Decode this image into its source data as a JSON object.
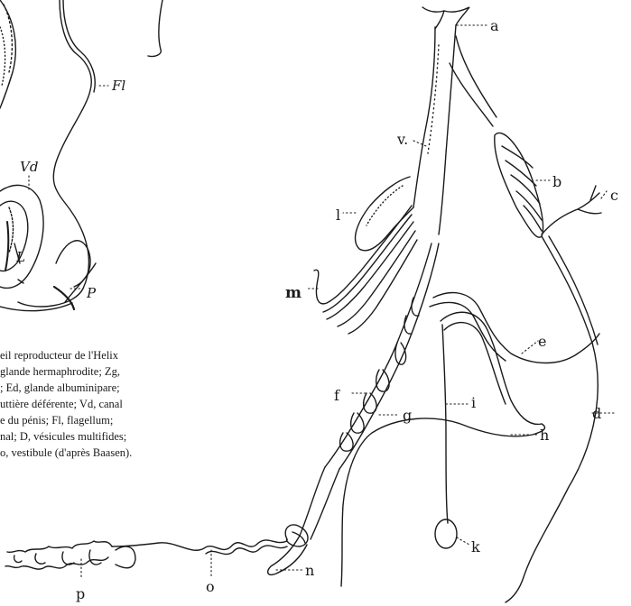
{
  "left_figure_labels": {
    "fl": "Fl",
    "vd": "Vd",
    "l": "L",
    "p": "P"
  },
  "right_figure_labels": {
    "a": "a",
    "b": "b",
    "c": "c",
    "d": "d",
    "e": "e",
    "f": "f",
    "g": "g",
    "h": "h",
    "i": "i",
    "k": "k",
    "l": "l",
    "m": "m",
    "n": "n",
    "o": "o",
    "p": "p",
    "v": "v."
  },
  "caption_lines": [
    "eil reproducteur de l'Helix",
    "glande hermaphrodite; Zg,",
    "; Ed, glande albuminipare;",
    "uttière déférente; Vd, canal",
    "e du pénis; Fl, flagellum;",
    "nal; D, vésicules multifides;",
    "o, vestibule (d'après Baasen)."
  ]
}
